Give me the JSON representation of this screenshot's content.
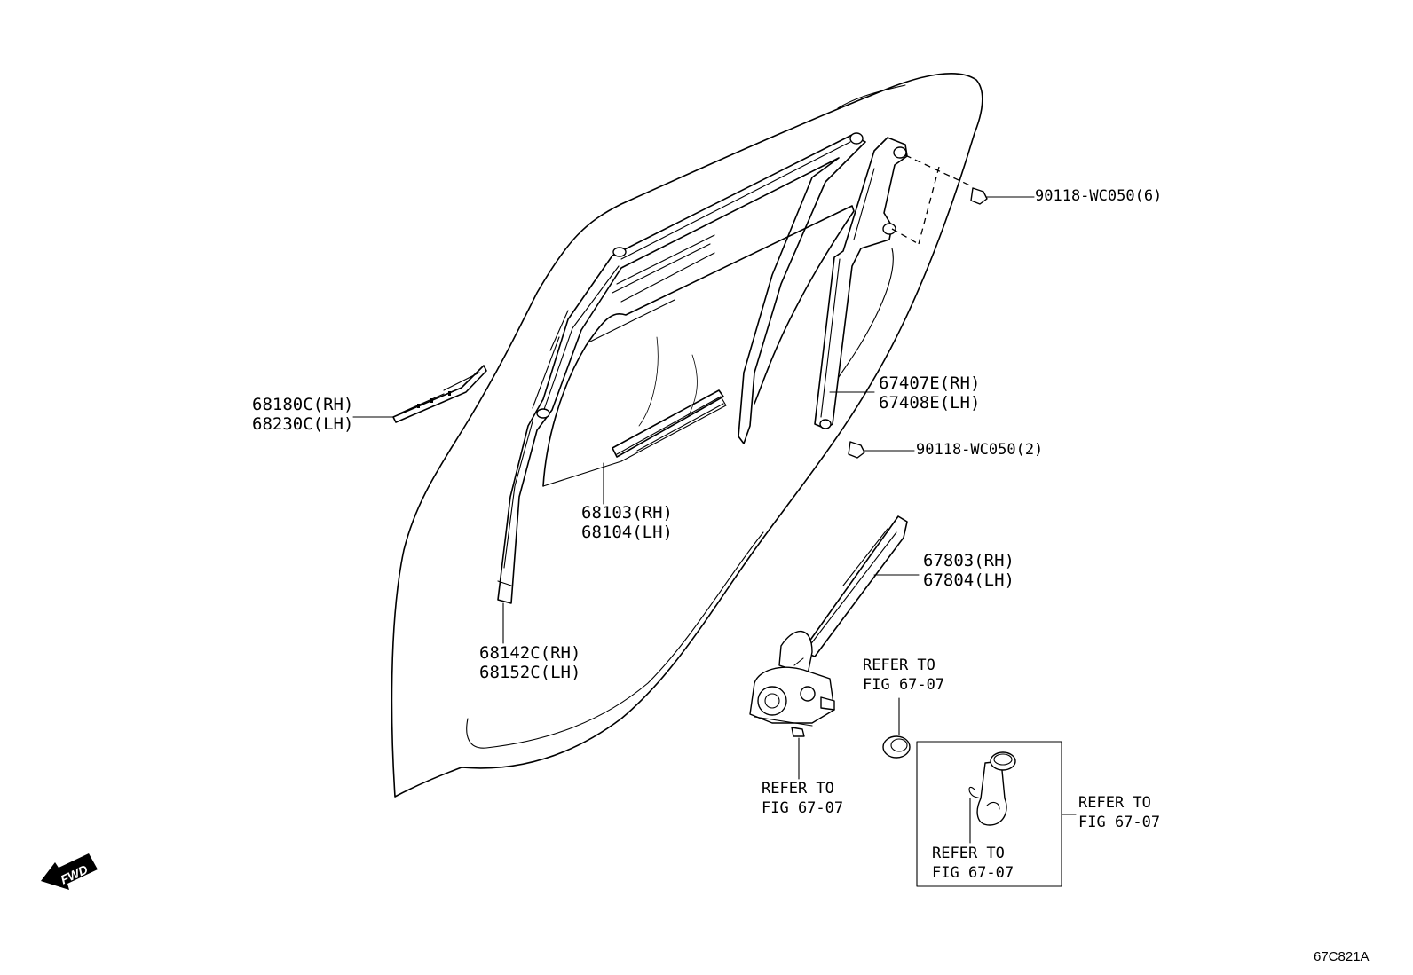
{
  "parts": [
    {
      "id": "glass_run_front",
      "lines": [
        "68180C(RH)",
        "68230C(LH)"
      ]
    },
    {
      "id": "door_glass",
      "lines": [
        "68103(RH)",
        "68104(LH)"
      ]
    },
    {
      "id": "glass_run",
      "lines": [
        "68142C(RH)",
        "68152C(LH)"
      ]
    },
    {
      "id": "rear_channel",
      "lines": [
        "67407E(RH)",
        "67408E(LH)"
      ]
    },
    {
      "id": "regulator",
      "lines": [
        "67803(RH)",
        "67804(LH)"
      ]
    }
  ],
  "bolts": [
    {
      "id": "bolt_upper",
      "text": "90118-WC050(6)"
    },
    {
      "id": "bolt_lower",
      "text": "90118-WC050(2)"
    }
  ],
  "references": [
    {
      "id": "ref_seal",
      "lines": [
        "REFER TO",
        "FIG 67-07"
      ]
    },
    {
      "id": "ref_bolt",
      "lines": [
        "REFER TO",
        "FIG 67-07"
      ]
    },
    {
      "id": "ref_handle",
      "lines": [
        "REFER TO",
        "FIG 67-07"
      ]
    },
    {
      "id": "ref_clip",
      "lines": [
        "REFER TO",
        "FIG 67-07"
      ]
    }
  ],
  "fwd_label": "FWD",
  "figure_code": "67C821A"
}
